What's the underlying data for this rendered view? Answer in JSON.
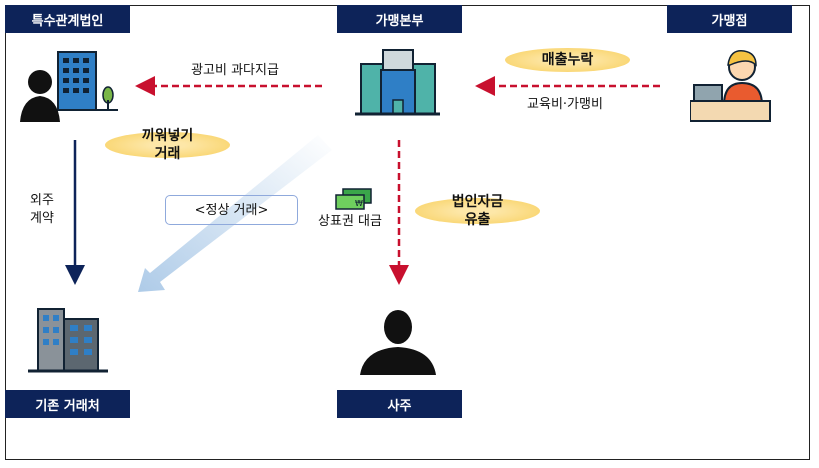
{
  "headers": {
    "related_corp": "특수관계법인",
    "franchisor": "가맹본부",
    "franchisee": "가맹점"
  },
  "footers": {
    "existing_partner": "기존 거래처",
    "owner": "사주"
  },
  "labels": {
    "ad_overpay": "광고비 과다지급",
    "edu_fee": "교육비·가맹비",
    "outsourcing": "외주\n계약",
    "normal_trade": "<정상 거래>",
    "trademark_fee": "상표권 대금"
  },
  "badges": {
    "insert_trade": "끼워넣기\n거래",
    "sales_omission": "매출누락",
    "fund_outflow": "법인자금\n유출"
  },
  "colors": {
    "navy": "#0d2359",
    "red": "#c8102e",
    "badge": "#f8cf5c"
  }
}
